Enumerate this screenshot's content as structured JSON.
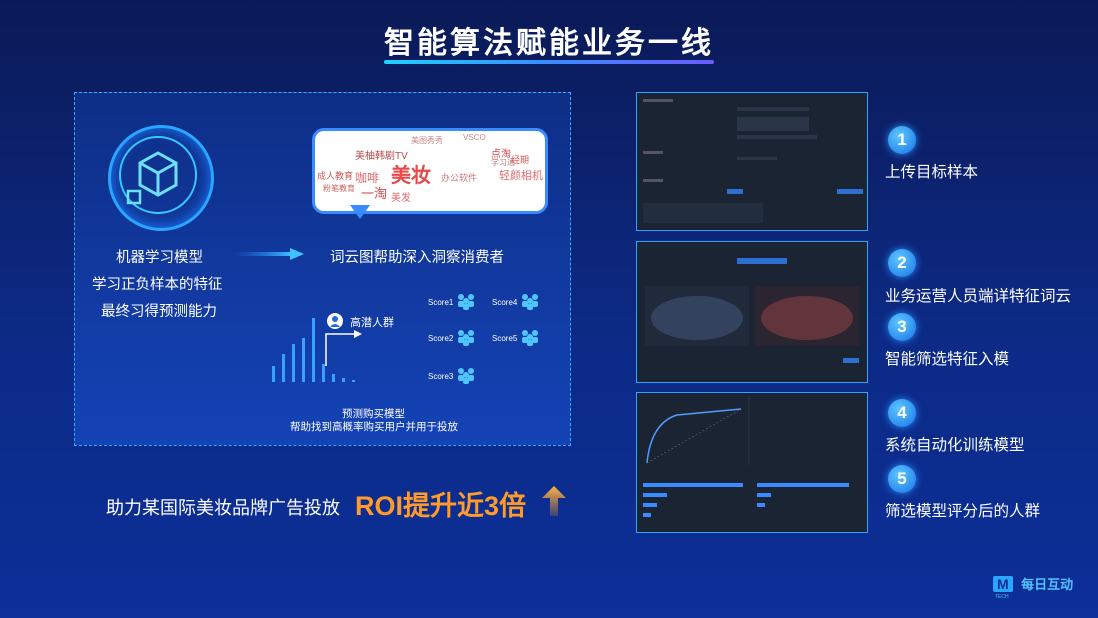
{
  "title": "智能算法赋能业务一线",
  "left": {
    "ml_lines": [
      "机器学习模型",
      "学习正负样本的特征",
      "最终习得预测能力"
    ],
    "wordcloud_caption": "词云图帮助深入洞察消费者",
    "wordcloud_words": [
      "美妆",
      "一淘",
      "咖啡",
      "点淘",
      "轻颜相机",
      "美柚韩剧TV",
      "成人教育",
      "经期",
      "学习通",
      "美发",
      "粉笔教育",
      "办公软件",
      "美图秀秀",
      "VSCO"
    ],
    "high_potential": "高潜人群",
    "scores": [
      "Score1",
      "Score4",
      "Score2",
      "Score5",
      "Score3"
    ],
    "predict_title": "预测购买模型",
    "predict_sub": "帮助找到高概率购买用户并用于投放"
  },
  "steps": [
    {
      "num": "1",
      "label": "上传目标样本"
    },
    {
      "num": "2",
      "label": "业务运营人员端详特征词云"
    },
    {
      "num": "3",
      "label": "智能筛选特征入模"
    },
    {
      "num": "4",
      "label": "系统自动化训练模型"
    },
    {
      "num": "5",
      "label": "筛选模型评分后的人群"
    }
  ],
  "bottom": {
    "text": "助力某国际美妆品牌广告投放",
    "roi": "ROI提升近3倍"
  },
  "logo": {
    "mark": "M",
    "text": "每日互动",
    "sub": "TECH"
  },
  "colors": {
    "accent": "#2aa6ff",
    "orange": "#ff9b2a",
    "bg": "#0c2a86"
  }
}
